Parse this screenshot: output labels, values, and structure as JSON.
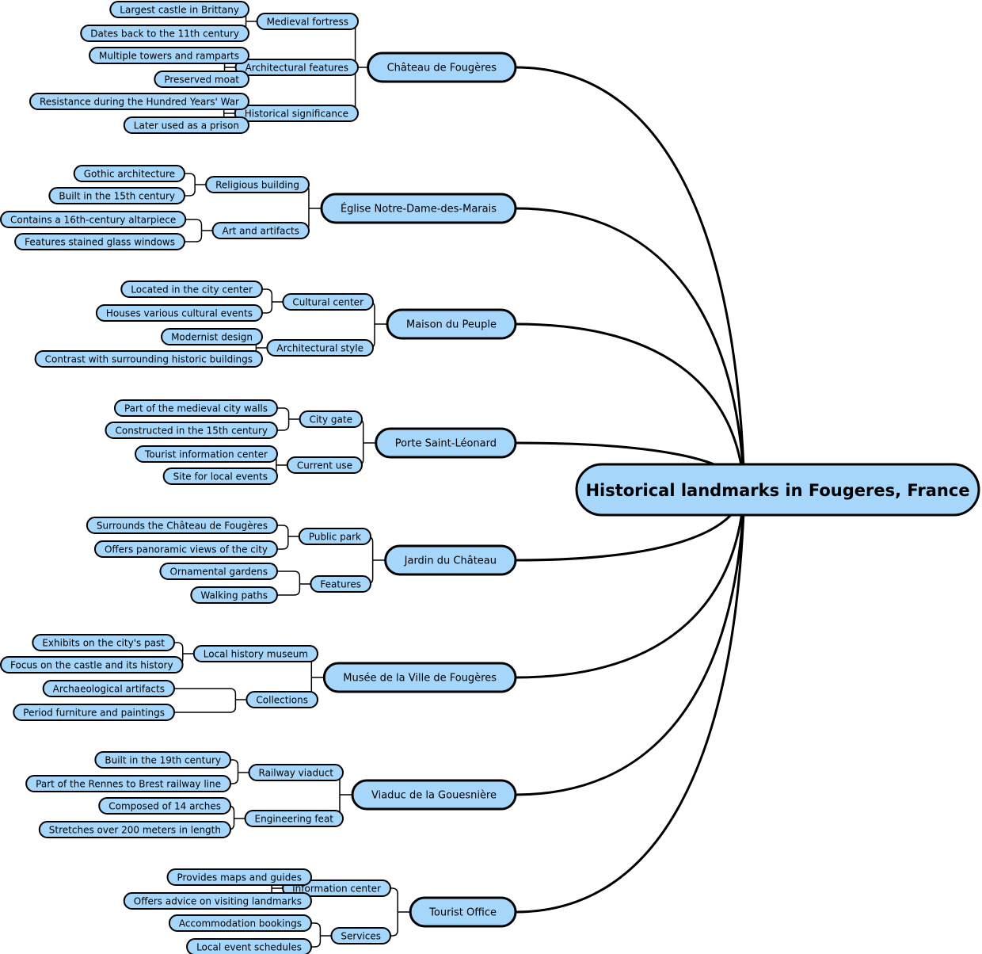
{
  "colors": {
    "node_fill": "#a7d6fb",
    "node_stroke": "#000000",
    "line": "#000000",
    "background": "#ffffff"
  },
  "root": {
    "label": "Historical landmarks in Fougeres, France"
  },
  "branches": [
    {
      "label": "Château de Fougères",
      "topics": [
        {
          "label": "Medieval fortress",
          "items": [
            "Largest castle in Brittany",
            "Dates back to the 11th century"
          ]
        },
        {
          "label": "Architectural features",
          "items": [
            "Multiple towers and ramparts",
            "Preserved moat"
          ]
        },
        {
          "label": "Historical significance",
          "items": [
            "Resistance during the Hundred Years' War",
            "Later used as a prison"
          ]
        }
      ]
    },
    {
      "label": "Église Notre-Dame-des-Marais",
      "topics": [
        {
          "label": "Religious building",
          "items": [
            "Gothic architecture",
            "Built in the 15th century"
          ]
        },
        {
          "label": "Art and artifacts",
          "items": [
            "Contains a 16th-century altarpiece",
            "Features stained glass windows"
          ]
        }
      ]
    },
    {
      "label": "Maison du Peuple",
      "topics": [
        {
          "label": "Cultural center",
          "items": [
            "Located in the city center",
            "Houses various cultural events"
          ]
        },
        {
          "label": "Architectural style",
          "items": [
            "Modernist design",
            "Contrast with surrounding historic buildings"
          ]
        }
      ]
    },
    {
      "label": "Porte Saint-Léonard",
      "topics": [
        {
          "label": "City gate",
          "items": [
            "Part of the medieval city walls",
            "Constructed in the 15th century"
          ]
        },
        {
          "label": "Current use",
          "items": [
            "Tourist information center",
            "Site for local events"
          ]
        }
      ]
    },
    {
      "label": "Jardin du Château",
      "topics": [
        {
          "label": "Public park",
          "items": [
            "Surrounds the Château de Fougères",
            "Offers panoramic views of the city"
          ]
        },
        {
          "label": "Features",
          "items": [
            "Ornamental gardens",
            "Walking paths"
          ]
        }
      ]
    },
    {
      "label": "Musée de la Ville de Fougères",
      "topics": [
        {
          "label": "Local history museum",
          "items": [
            "Exhibits on the city's past",
            "Focus on the castle and its history"
          ]
        },
        {
          "label": "Collections",
          "items": [
            "Archaeological artifacts",
            "Period furniture and paintings"
          ]
        }
      ]
    },
    {
      "label": "Viaduc de la Gouesnière",
      "topics": [
        {
          "label": "Railway viaduct",
          "items": [
            "Built in the 19th century",
            "Part of the Rennes to Brest railway line"
          ]
        },
        {
          "label": "Engineering feat",
          "items": [
            "Composed of 14 arches",
            "Stretches over 200 meters in length"
          ]
        }
      ]
    },
    {
      "label": "Tourist Office",
      "topics": [
        {
          "label": "Information center",
          "items": [
            "Provides maps and guides",
            "Offers advice on visiting landmarks"
          ]
        },
        {
          "label": "Services",
          "items": [
            "Accommodation bookings",
            "Local event schedules"
          ]
        }
      ]
    }
  ]
}
